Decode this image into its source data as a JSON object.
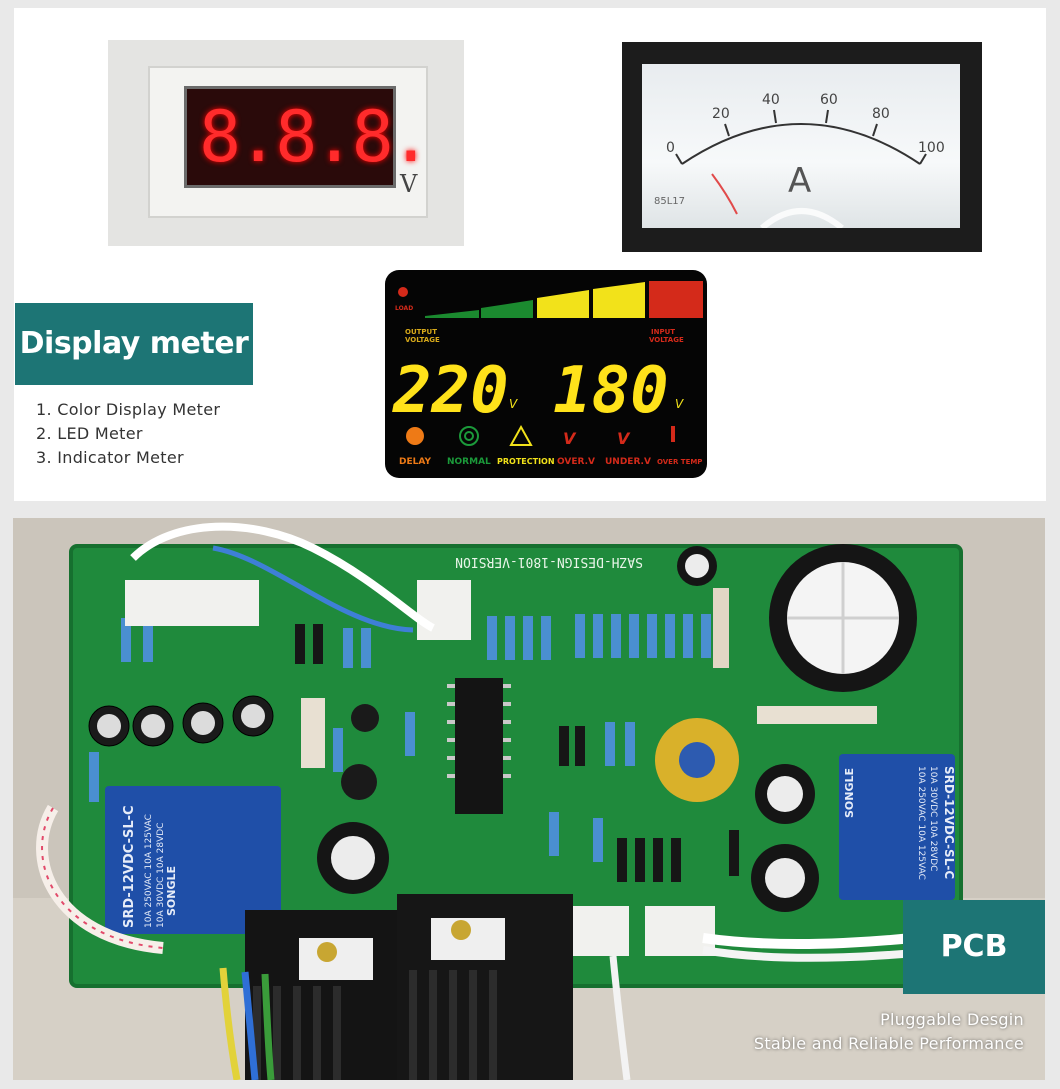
{
  "display_section": {
    "title": "Display meter",
    "items": [
      "1. Color Display Meter",
      "2. LED Meter",
      "3. Indicator Meter"
    ]
  },
  "led_meter": {
    "digits": "8.8.8.",
    "unit": "V"
  },
  "ammeter": {
    "scale": [
      "0",
      "20",
      "40",
      "60",
      "80",
      "100"
    ],
    "unit": "A",
    "model": "85L17"
  },
  "color_meter": {
    "load_label": "LOAD",
    "output_label": "OUTPUT\nVOLTAGE",
    "input_label": "INPUT\nVOLTAGE",
    "output_value": "220",
    "input_value": "180",
    "volt_unit": "V",
    "indicators": [
      "DELAY",
      "NORMAL",
      "PROTECTION",
      "OVER.V",
      "UNDER.V",
      "OVER TEMP"
    ]
  },
  "pcb_section": {
    "title": "PCB",
    "captions": [
      "Pluggable Desgin",
      "Stable and Reliable Performance"
    ],
    "board_text": "SAZH-DESIGN-1801-VERSION",
    "relay_text": [
      "SONGLE",
      "SRD-12VDC-SL-C",
      "10A 250VAC 10A 125VAC",
      "10A 30VDC 10A 28VDC"
    ]
  },
  "colors": {
    "accent": "#1d7575",
    "board_green": "#1f8a3c"
  }
}
